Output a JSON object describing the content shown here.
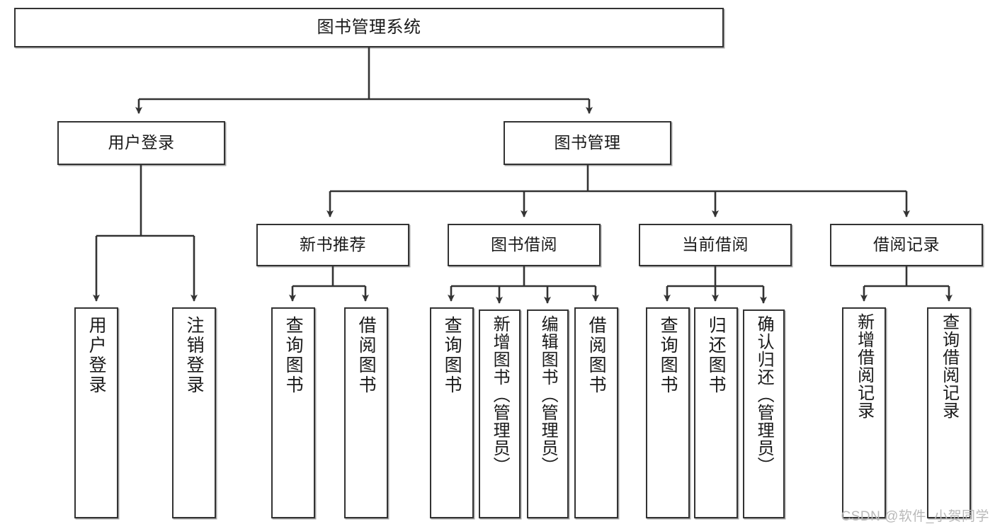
{
  "diagram": {
    "title": "图书管理系统",
    "type": "tree-hierarchy-chart",
    "watermark": "CSDN @软件_小贺同学",
    "colors": {
      "node_border": "#333333",
      "node_fill": "#ffffff",
      "edge": "#333333",
      "background": "#ffffff",
      "watermark": "#b9b9b9"
    }
  },
  "root": {
    "label": "图书管理系统"
  },
  "level2": [
    {
      "label": "用户登录"
    },
    {
      "label": "图书管理"
    }
  ],
  "level3": [
    {
      "label": "新书推荐"
    },
    {
      "label": "图书借阅"
    },
    {
      "label": "当前借阅"
    },
    {
      "label": "借阅记录"
    }
  ],
  "leaves": {
    "user_login": [
      {
        "label": "用户登录"
      },
      {
        "label": "注销登录"
      }
    ],
    "new_book": [
      {
        "label": "查询图书"
      },
      {
        "label": "借阅图书"
      }
    ],
    "book_borrow": [
      {
        "label": "查询图书"
      },
      {
        "label": "新增图书（管理员）"
      },
      {
        "label": "编辑图书（管理员）"
      },
      {
        "label": "借阅图书"
      }
    ],
    "current_borrow": [
      {
        "label": "查询图书"
      },
      {
        "label": "归还图书"
      },
      {
        "label": "确认归还（管理员）"
      }
    ],
    "borrow_record": [
      {
        "label": "新增借阅记录"
      },
      {
        "label": "查询借阅记录"
      }
    ]
  }
}
